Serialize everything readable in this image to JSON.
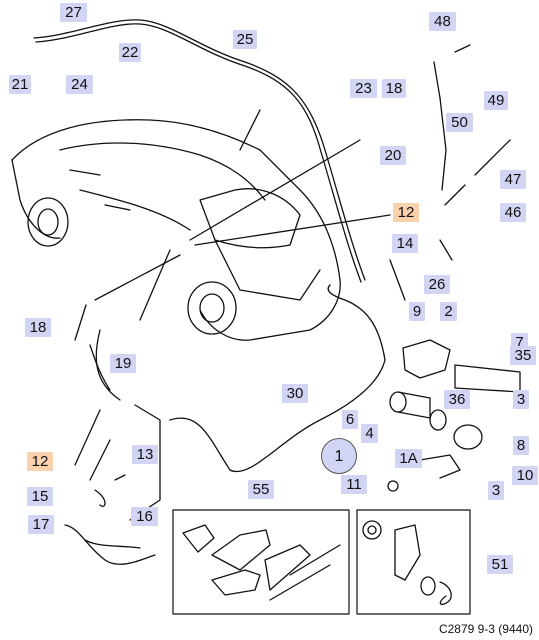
{
  "diagram": {
    "code": "C2879 9-3 (9440)",
    "callouts": [
      {
        "id": "27",
        "style": "blue"
      },
      {
        "id": "22",
        "style": "blue"
      },
      {
        "id": "25",
        "style": "blue"
      },
      {
        "id": "48",
        "style": "blue"
      },
      {
        "id": "21",
        "style": "blue"
      },
      {
        "id": "24",
        "style": "blue"
      },
      {
        "id": "23",
        "style": "blue"
      },
      {
        "id": "18a",
        "label": "18",
        "style": "blue"
      },
      {
        "id": "49",
        "style": "blue"
      },
      {
        "id": "50",
        "style": "blue"
      },
      {
        "id": "20",
        "style": "blue"
      },
      {
        "id": "47",
        "style": "blue"
      },
      {
        "id": "12a",
        "label": "12",
        "style": "orange"
      },
      {
        "id": "46",
        "style": "blue"
      },
      {
        "id": "14",
        "style": "blue"
      },
      {
        "id": "26",
        "style": "blue"
      },
      {
        "id": "9",
        "style": "blue"
      },
      {
        "id": "2",
        "style": "blue"
      },
      {
        "id": "18b",
        "label": "18",
        "style": "blue"
      },
      {
        "id": "7",
        "style": "blue"
      },
      {
        "id": "19",
        "style": "blue"
      },
      {
        "id": "35",
        "style": "blue"
      },
      {
        "id": "30",
        "style": "blue"
      },
      {
        "id": "36",
        "style": "blue"
      },
      {
        "id": "6",
        "style": "blue"
      },
      {
        "id": "3a",
        "label": "3",
        "style": "blue"
      },
      {
        "id": "4",
        "style": "blue"
      },
      {
        "id": "8",
        "style": "blue"
      },
      {
        "id": "13",
        "style": "blue"
      },
      {
        "id": "12b",
        "label": "12",
        "style": "orange"
      },
      {
        "id": "1A",
        "style": "blue"
      },
      {
        "id": "10",
        "style": "blue"
      },
      {
        "id": "11",
        "style": "blue"
      },
      {
        "id": "3b",
        "label": "3",
        "style": "blue"
      },
      {
        "id": "55",
        "style": "blue"
      },
      {
        "id": "15",
        "style": "blue"
      },
      {
        "id": "16",
        "style": "blue"
      },
      {
        "id": "17",
        "style": "blue"
      },
      {
        "id": "51",
        "style": "blue"
      }
    ],
    "circle_label": "1",
    "colors": {
      "callout_blue": "#d2d4f4",
      "callout_orange": "#f9d1ad",
      "line": "#111111"
    }
  }
}
